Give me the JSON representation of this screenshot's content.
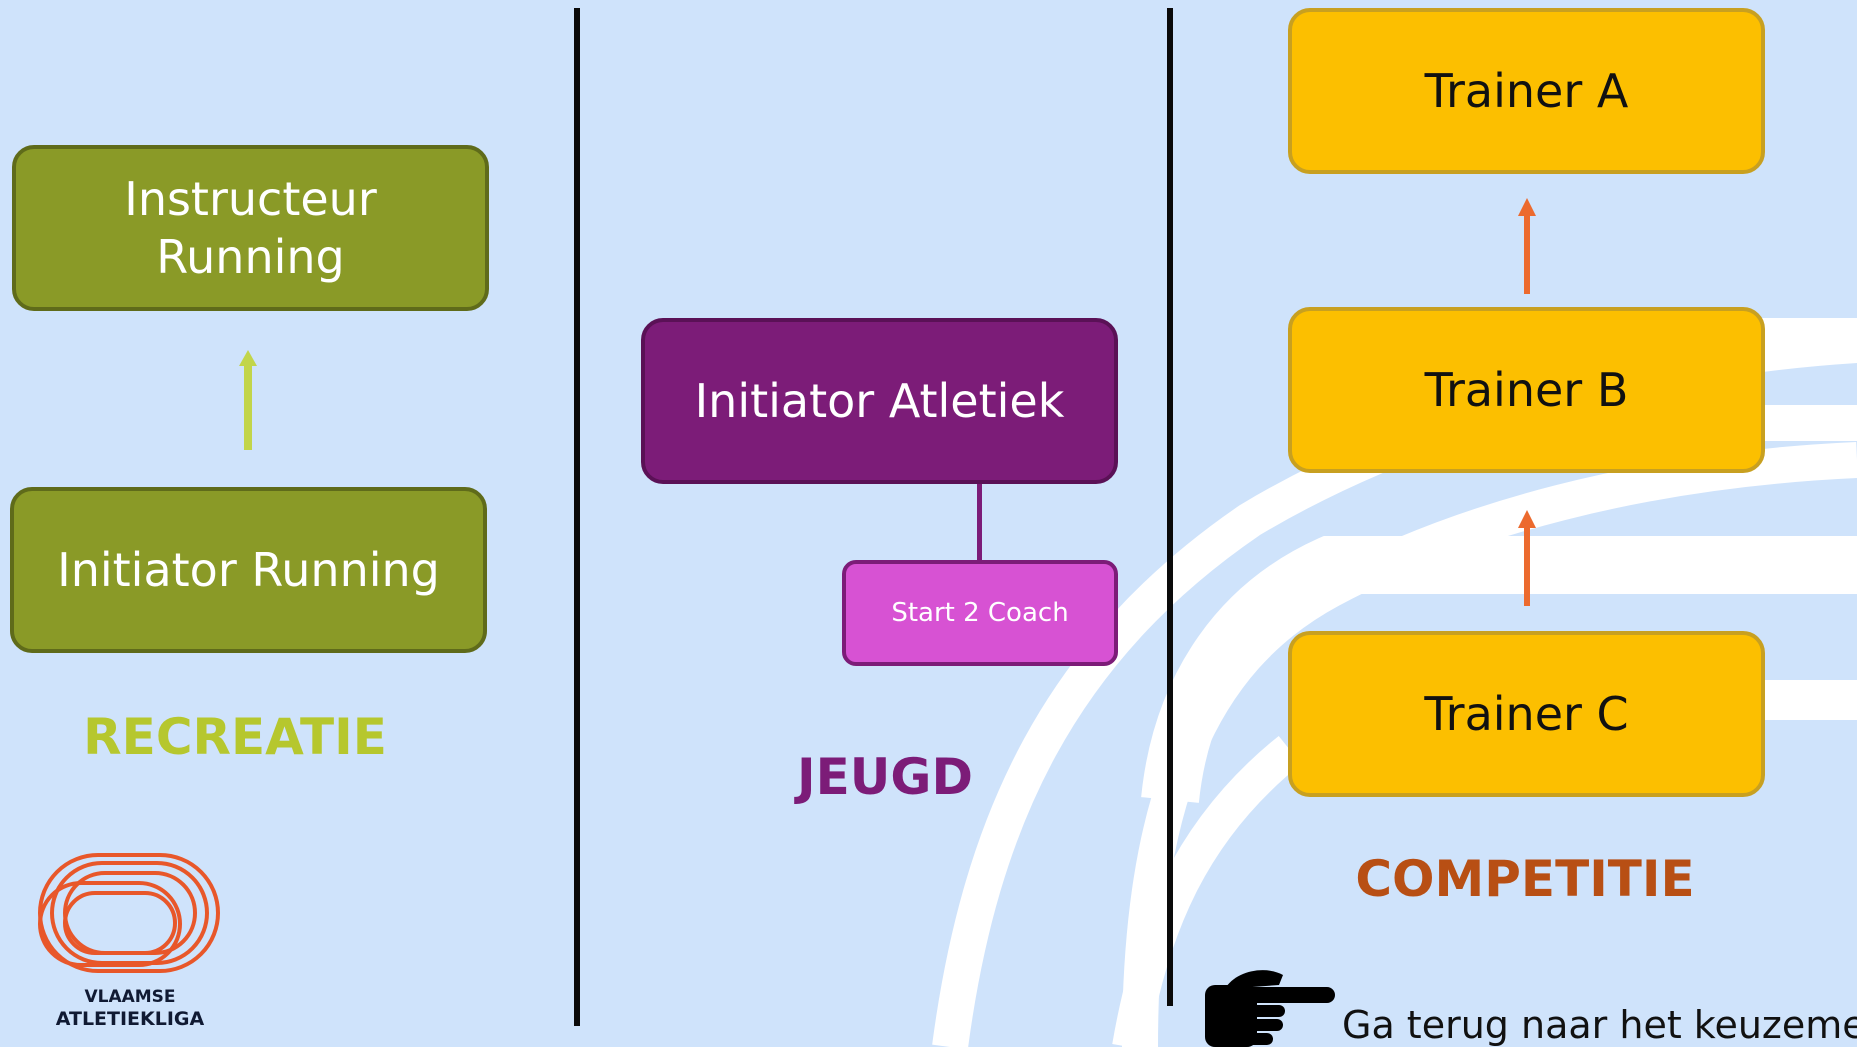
{
  "colors": {
    "recreatie": "#b6c72e",
    "jeugd": "#7c1c78",
    "competitie": "#b84f14",
    "arrow_green": "#c2d54a",
    "arrow_orange": "#ec6a2e",
    "background": "#cfe3fb"
  },
  "recreatie": {
    "top_box_line1": "Instructeur",
    "top_box_line2": "Running",
    "bottom_box": "Initiator Running",
    "label": "RECREATIE"
  },
  "jeugd": {
    "main_box": "Initiator Atletiek",
    "sub_box": "Start 2 Coach",
    "label": "JEUGD"
  },
  "competitie": {
    "box_a": "Trainer A",
    "box_b": "Trainer B",
    "box_c": "Trainer C",
    "label": "COMPETITIE"
  },
  "logo": {
    "line1": "VLAAMSE",
    "line2": "ATLETIEKLIGA"
  },
  "navigation": {
    "back_text": "Ga terug naar het keuzemenu",
    "icon": "pointing-hand-icon"
  }
}
